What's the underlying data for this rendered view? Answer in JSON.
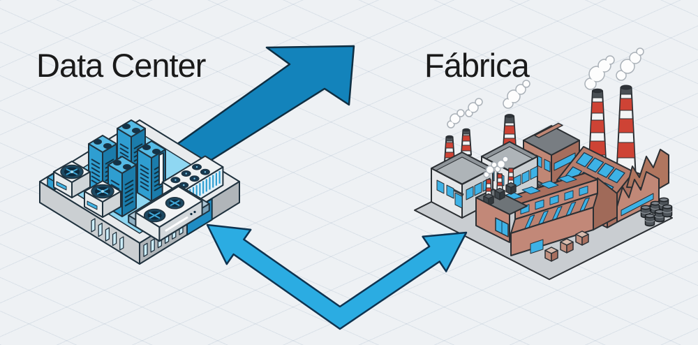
{
  "diagram": {
    "type": "isometric-concept-diagram",
    "background": {
      "grid": "isometric-diamond",
      "color": "#eef1f4",
      "grid_line_color": "#dde2e8"
    },
    "labels": {
      "data_center": "Data Center",
      "factory": "Fábrica"
    },
    "nodes": [
      {
        "id": "data-center",
        "label": "Data Center",
        "illustration": "isometric data-center tray with four blue server racks, cooling fan units, finned chiller, vent slots and wall opening"
      },
      {
        "id": "factory",
        "label": "Fábrica",
        "illustration": "isometric factory complex with striped smokestacks, smoke plumes, blue windows, skylight roof panels, sawtooth roofs, crates and barrels"
      }
    ],
    "arrows": [
      {
        "id": "arrow-up",
        "from": "data-center",
        "to": "factory",
        "shape": "straight-diagonal",
        "heads": 1,
        "color": "#1383bb"
      },
      {
        "id": "arrow-down",
        "from": "factory",
        "to": "data-center",
        "shape": "v-bend",
        "heads": 2,
        "color": "#2bace2"
      }
    ],
    "colors": {
      "arrow_up": "#1383bb",
      "arrow_up_outline": "#0e2e42",
      "arrow_down": "#2bace2",
      "arrow_down_outline": "#0e3350",
      "label_text": "#1a1a1a",
      "server_blue": "#2f9ed1",
      "floor_cyan": "#8fd7f2",
      "factory_salmon": "#c28878",
      "chimney_red": "#ce4335"
    }
  }
}
